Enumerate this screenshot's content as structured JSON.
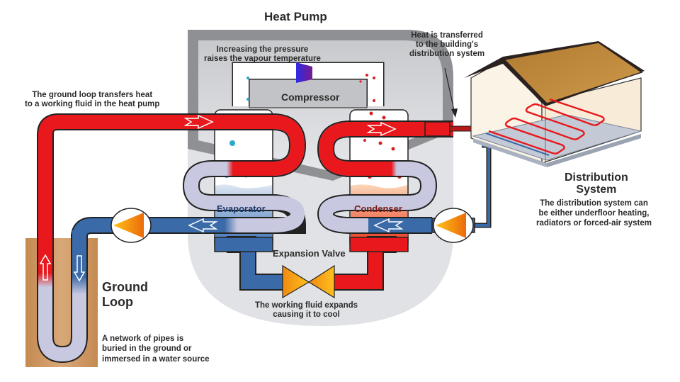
{
  "diagram": {
    "title": "Heat Pump",
    "components": {
      "compressor": "Compressor",
      "evaporator": "Evaporator",
      "condenser": "Condenser",
      "expansion_valve": "Expansion Valve"
    },
    "annotations": {
      "compressor_note": [
        "Increasing the pressure",
        "raises the vapour temperature"
      ],
      "ground_transfer_note": [
        "The ground loop transfers heat",
        "to a working fluid in the heat pump"
      ],
      "building_transfer_note": [
        "Heat is transferred",
        "to the building's",
        "distribution system"
      ],
      "valve_note": [
        "The working fluid expands",
        "causing it to cool"
      ]
    },
    "ground_loop": {
      "title": [
        "Ground",
        "Loop"
      ],
      "description": [
        "A network of pipes is",
        "buried in the ground or",
        "immersed in a water source"
      ]
    },
    "distribution": {
      "title": [
        "Distribution",
        "System"
      ],
      "description": [
        "The distribution system can",
        "be either underfloor heating,",
        "radiators or forced-air system"
      ]
    },
    "colors": {
      "hot_pipe": "#e8181c",
      "cold_pipe": "#3a6aa8",
      "cool_pipe": "#b8bcd8",
      "housing": "#8e8f93",
      "housing_inner": "#d9dadd",
      "pump": "#f07f0e",
      "roof": "#c38a3c",
      "ground": "#c8905a",
      "compressor": "#4a1bd0"
    }
  }
}
